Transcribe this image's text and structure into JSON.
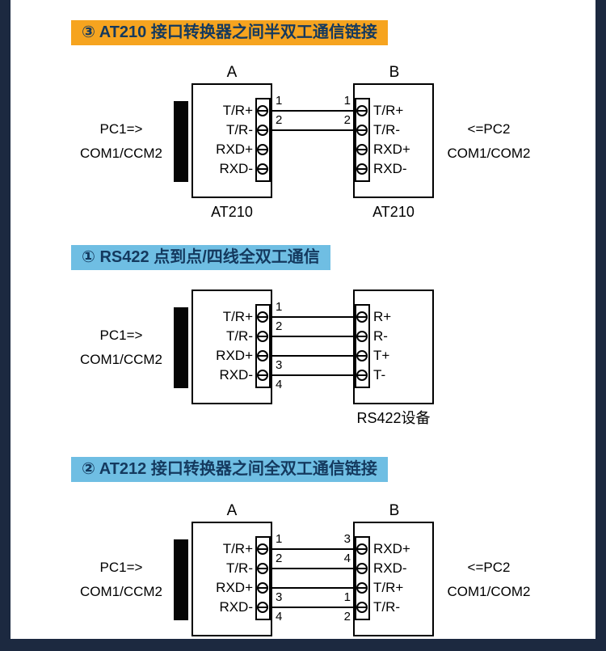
{
  "frame": {
    "color": "#1c2940"
  },
  "sections": [
    {
      "banner": "③ AT210 接口转换器之间半双工通信链接",
      "banner_bg": "#f6a41f",
      "left_box": {
        "top_label": "A",
        "terminals": [
          "T/R+",
          "T/R-",
          "RXD+",
          "RXD-"
        ],
        "bottom_label": "AT210"
      },
      "right_box": {
        "top_label": "B",
        "terminals": [
          "T/R+",
          "T/R-",
          "RXD+",
          "RXD-"
        ],
        "bottom_label": "AT210"
      },
      "left_caption": {
        "line1": "PC1=>",
        "line2": "COM1/CCM2"
      },
      "right_caption": {
        "line1": "<=PC2",
        "line2": "COM1/COM2"
      },
      "wire_numbers": {
        "left": [
          "1",
          "2"
        ],
        "right": [
          "1",
          "2"
        ]
      }
    },
    {
      "banner": "① RS422 点到点/四线全双工通信",
      "banner_bg": "#6fbee3",
      "left_box": {
        "terminals": [
          "T/R+",
          "T/R-",
          "RXD+",
          "RXD-"
        ]
      },
      "right_box": {
        "terminals": [
          "R+",
          "R-",
          "T+",
          "T-"
        ],
        "bottom_label": "RS422设备"
      },
      "left_caption": {
        "line1": "PC1=>",
        "line2": "COM1/CCM2"
      },
      "wire_numbers": {
        "left": [
          "1",
          "2",
          "3",
          "4"
        ]
      }
    },
    {
      "banner": "② AT212 接口转换器之间全双工通信链接",
      "banner_bg": "#6fbee3",
      "left_box": {
        "top_label": "A",
        "terminals": [
          "T/R+",
          "T/R-",
          "RXD+",
          "RXD-"
        ]
      },
      "right_box": {
        "top_label": "B",
        "terminals": [
          "RXD+",
          "RXD-",
          "T/R+",
          "T/R-"
        ]
      },
      "left_caption": {
        "line1": "PC1=>",
        "line2": "COM1/CCM2"
      },
      "right_caption": {
        "line1": "<=PC2",
        "line2": "COM1/COM2"
      },
      "wire_numbers": {
        "left": [
          "1",
          "2",
          "3",
          "4"
        ],
        "right": [
          "3",
          "4",
          "1",
          "2"
        ]
      }
    }
  ]
}
